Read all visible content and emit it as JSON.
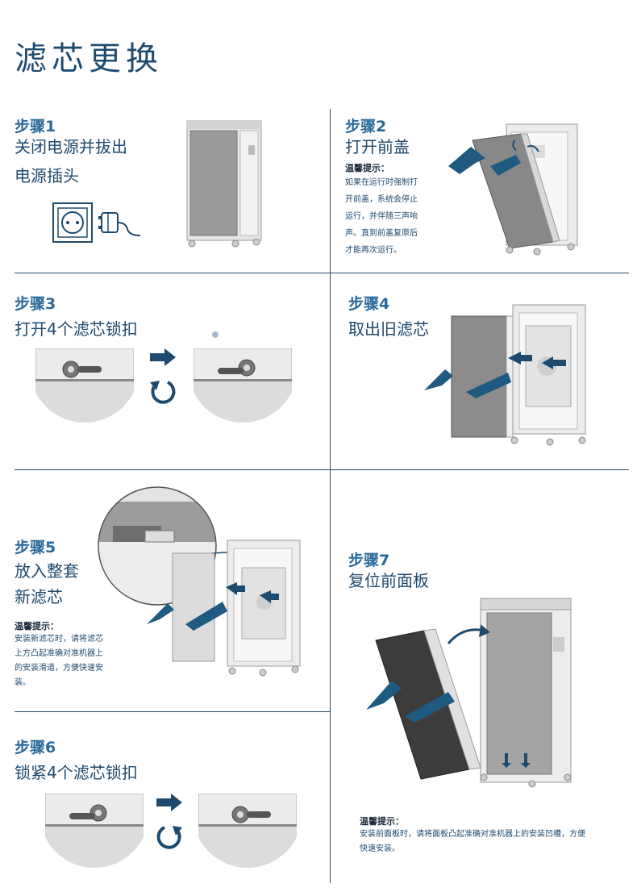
{
  "page_title": "滤芯更换",
  "colors": {
    "primary": "#1e4a6e",
    "accent": "#2a6a9a",
    "hand": "#1f5a80",
    "line": "#2a4a68"
  },
  "steps": {
    "s1": {
      "label": "步骤1",
      "lines": [
        "关闭电源并拔出",
        "电源插头"
      ]
    },
    "s2": {
      "label": "步骤2",
      "lines": [
        "打开前盖"
      ],
      "tip_title": "温馨提示：",
      "tip_lines": [
        "如果在运行时强制打",
        "开前盖，系统会停止",
        "运行，并伴随三声响",
        "声。直到前盖复原后",
        "才能再次运行。"
      ]
    },
    "s3": {
      "label": "步骤3",
      "lines": [
        "打开4个滤芯锁扣"
      ]
    },
    "s4": {
      "label": "步骤4",
      "lines": [
        "取出旧滤芯"
      ]
    },
    "s5": {
      "label": "步骤5",
      "lines": [
        "放入整套",
        "新滤芯"
      ],
      "tip_title": "温馨提示：",
      "tip_lines": [
        "安装新滤芯时，请将滤芯",
        "上方凸起准确对准机器上",
        "的安装滑道，方便快速安",
        "装。"
      ]
    },
    "s6": {
      "label": "步骤6",
      "lines": [
        "锁紧4个滤芯锁扣"
      ]
    },
    "s7": {
      "label": "步骤7",
      "lines": [
        "复位前面板"
      ],
      "tip_title": "温馨提示：",
      "tip_lines": [
        "安装前面板时，请将面板凸起准确对准机器上的安装凹槽，方便",
        "快速安装。"
      ]
    }
  }
}
